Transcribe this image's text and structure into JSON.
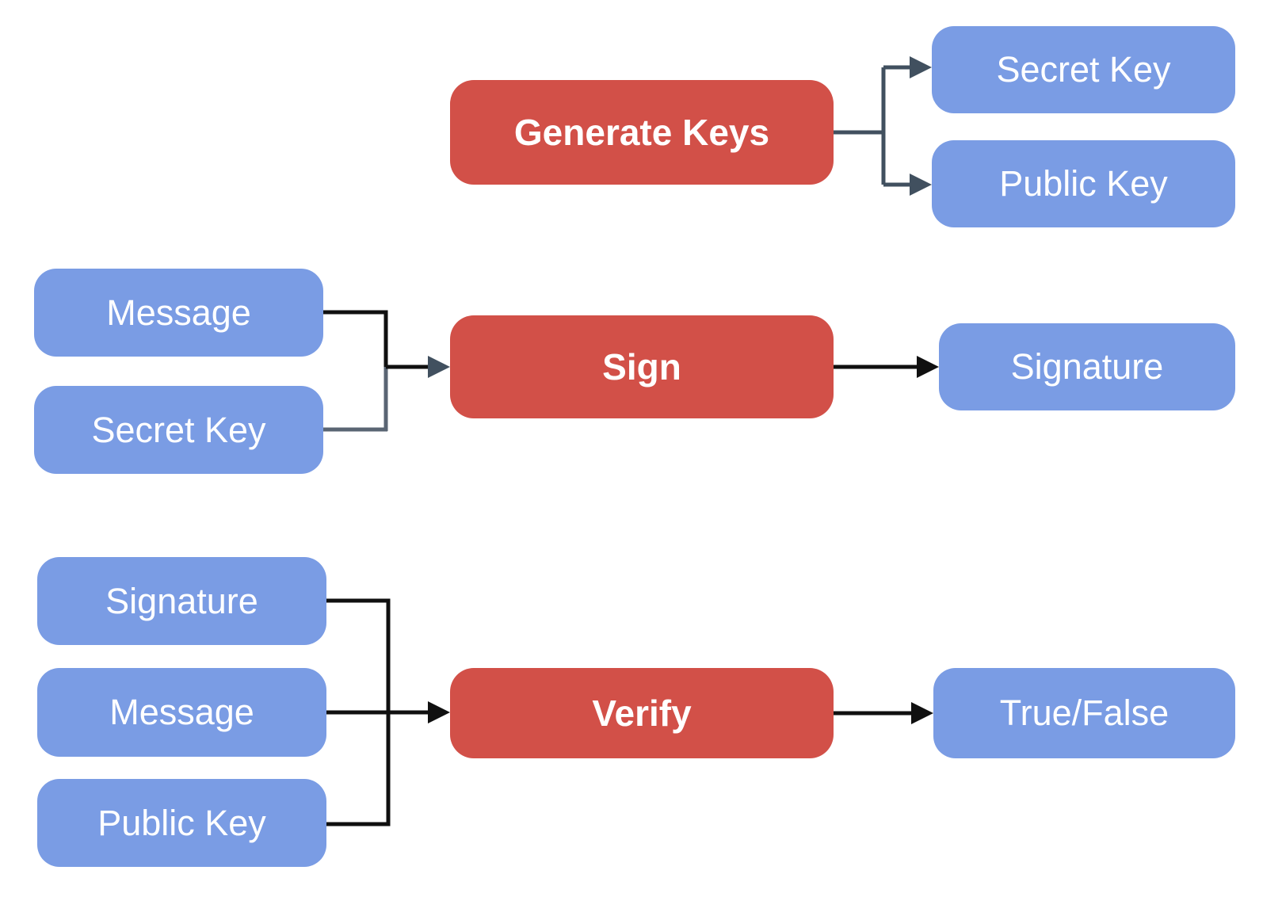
{
  "diagram": {
    "description": "Digital signature scheme flow diagram",
    "colors": {
      "process_fill": "#d25048",
      "data_fill": "#7a9ce4",
      "connector_slate": "#41505f",
      "connector_gray": "#5a6573",
      "connector_black": "#101010",
      "label_text": "#ffffff",
      "background": "#ffffff"
    },
    "nodes": {
      "generate_keys": {
        "label": "Generate Keys",
        "type": "process"
      },
      "secret_key_out": {
        "label": "Secret Key",
        "type": "data"
      },
      "public_key_out": {
        "label": "Public Key",
        "type": "data"
      },
      "message_sign_in": {
        "label": "Message",
        "type": "data"
      },
      "secret_key_sign_in": {
        "label": "Secret Key",
        "type": "data"
      },
      "sign": {
        "label": "Sign",
        "type": "process"
      },
      "signature_out": {
        "label": "Signature",
        "type": "data"
      },
      "signature_verify_in": {
        "label": "Signature",
        "type": "data"
      },
      "message_verify_in": {
        "label": "Message",
        "type": "data"
      },
      "public_key_verify_in": {
        "label": "Public Key",
        "type": "data"
      },
      "verify": {
        "label": "Verify",
        "type": "process"
      },
      "true_false_out": {
        "label": "True/False",
        "type": "data"
      }
    },
    "edges": [
      {
        "from": "Generate Keys",
        "to": "Secret Key"
      },
      {
        "from": "Generate Keys",
        "to": "Public Key"
      },
      {
        "from": "Message",
        "to": "Sign"
      },
      {
        "from": "Secret Key",
        "to": "Sign"
      },
      {
        "from": "Sign",
        "to": "Signature"
      },
      {
        "from": "Signature",
        "to": "Verify"
      },
      {
        "from": "Message",
        "to": "Verify"
      },
      {
        "from": "Public Key",
        "to": "Verify"
      },
      {
        "from": "Verify",
        "to": "True/False"
      }
    ]
  }
}
